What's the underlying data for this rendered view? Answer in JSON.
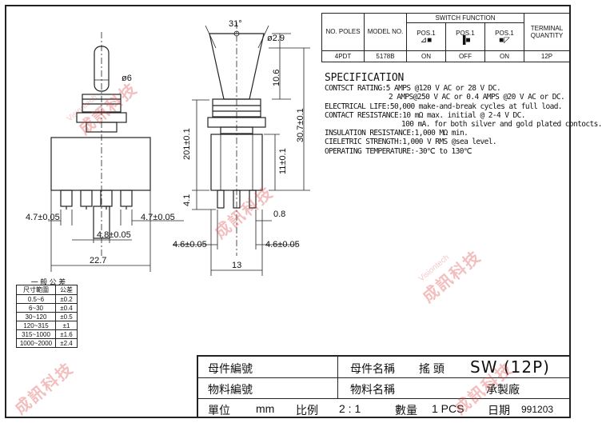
{
  "dims": {
    "angle": "31°",
    "phi29": "ø2.9",
    "phi6": "ø6",
    "d106": "10.6",
    "d307": "30.7±0.1",
    "d201": "201±0.1",
    "d11": "11±0.1",
    "d41": "4.1",
    "d08": "0.8",
    "d47a": "4.7±0.05",
    "d47b": "4.7±0.05",
    "d48": "4.8±0.05",
    "d46a": "4.6±0.05",
    "d46b": "4.6±0.05",
    "d227": "22.7",
    "d13": "13"
  },
  "switch_table": {
    "h_poles": "NO. POLES",
    "h_model": "MODEL NO.",
    "h_function": "SWITCH FUNCTION",
    "h_terminal": "TERMINAL QUANTITY",
    "h_pos1": "POS.1",
    "h_pos2": "POS.1",
    "h_pos3": "POS.1",
    "poles": "4PDT",
    "model": "5178B",
    "pos1": "ON",
    "pos2": "OFF",
    "pos3": "ON",
    "terminal": "12P"
  },
  "spec": {
    "title": "SPECIFICATION",
    "l1": "CONTSCT RATING:5 AMPS @120 V AC or 28 V DC.",
    "l2": "2 AMPS@250 V AC or 0.4 AMPS @20 V AC or DC.",
    "l3": "ELECTRICAL LIFE:50,000 make-and-break cycles at full load.",
    "l4": "CONTACT RESISTANCE:10 mΩ max. initial @ 2-4 V DC.",
    "l5": "100 mA. for both silver and gold plated contocts.",
    "l6": "INSULATION RESISTANCE:1,000 MΩ min.",
    "l7": "CIELETRIC STRENGTH:1,000 V RMS @sea level.",
    "l8": "OPERATING TEMPERATURE:-30℃ to 130℃"
  },
  "tolerance": {
    "title": "一 般 公 差",
    "h1": "尺寸範圍",
    "h2": "公差",
    "rows": [
      [
        "0.5~6",
        "±0.2"
      ],
      [
        "6~30",
        "±0.4"
      ],
      [
        "30~120",
        "±0.5"
      ],
      [
        "120~315",
        "±1"
      ],
      [
        "315~1000",
        "±1.6"
      ],
      [
        "1000~2000",
        "±2.4"
      ]
    ]
  },
  "title_block": {
    "parent_no": "母件編號",
    "parent_name": "母件名稱",
    "name_value": "搖 頭",
    "model_value": "SW (12P)",
    "material_no": "物料編號",
    "material_name": "物料名稱",
    "maker": "承製廠",
    "unit": "單位",
    "unit_value": "mm",
    "scale": "比例",
    "scale_value": "2 : 1",
    "qty": "數量",
    "qty_value": "1 PCS",
    "date": "日期",
    "date_value": "991203"
  },
  "watermark": {
    "text": "成訊科技",
    "sub": "Visiontech"
  }
}
